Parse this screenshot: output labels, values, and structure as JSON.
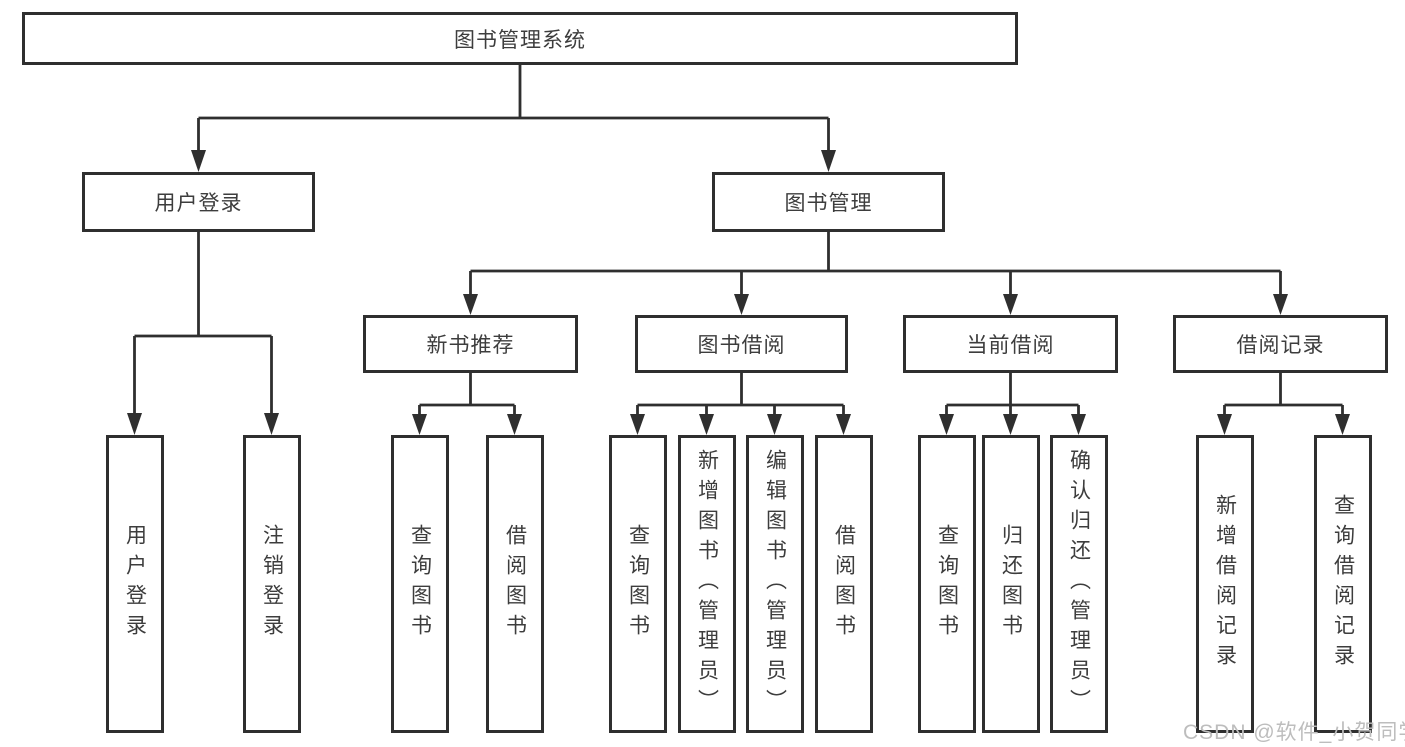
{
  "tree": {
    "label": "图书管理系统",
    "children": [
      {
        "label": "用户登录",
        "children": [
          {
            "label": "用户登录"
          },
          {
            "label": "注销登录"
          }
        ]
      },
      {
        "label": "图书管理",
        "children": [
          {
            "label": "新书推荐",
            "children": [
              {
                "label": "查询图书"
              },
              {
                "label": "借阅图书"
              }
            ]
          },
          {
            "label": "图书借阅",
            "children": [
              {
                "label": "查询图书"
              },
              {
                "label": "新增图书（管理员）"
              },
              {
                "label": "编辑图书（管理员）"
              },
              {
                "label": "借阅图书"
              }
            ]
          },
          {
            "label": "当前借阅",
            "children": [
              {
                "label": "查询图书"
              },
              {
                "label": "归还图书"
              },
              {
                "label": "确认归还（管理员）"
              }
            ]
          },
          {
            "label": "借阅记录",
            "children": [
              {
                "label": "新增借阅记录"
              },
              {
                "label": "查询借阅记录"
              }
            ]
          }
        ]
      }
    ]
  },
  "watermark": {
    "text": "CSDN @软件_小贺同学"
  },
  "colors": {
    "line": "#2f2f2f",
    "border": "#2f2f2f",
    "text": "#3d3d3d",
    "watermark": "#bdbdbd",
    "background": "#ffffff"
  }
}
